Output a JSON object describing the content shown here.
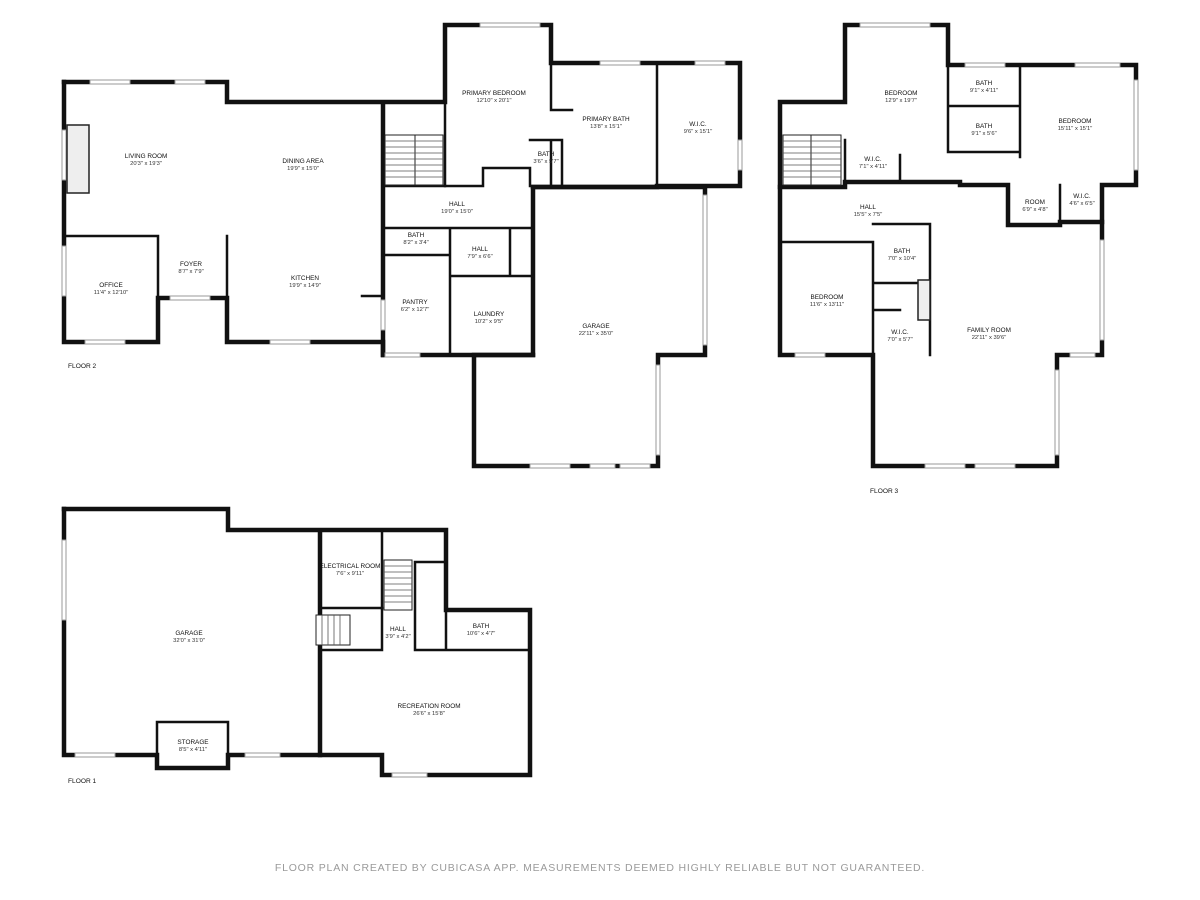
{
  "floors": [
    {
      "key": "floor2",
      "label": "FLOOR 2",
      "rooms": [
        {
          "name": "LIVING ROOM",
          "dim": "20'3\" x 19'3\""
        },
        {
          "name": "DINING AREA",
          "dim": "19'9\" x 15'0\""
        },
        {
          "name": "PRIMARY BEDROOM",
          "dim": "12'10\" x 20'1\""
        },
        {
          "name": "PRIMARY BATH",
          "dim": "13'8\" x 15'1\""
        },
        {
          "name": "W.I.C.",
          "dim": "9'6\" x 15'1\""
        },
        {
          "name": "BATH",
          "dim": "3'6\" x 5'7\""
        },
        {
          "name": "HALL",
          "dim": "19'0\" x 15'0\""
        },
        {
          "name": "BATH",
          "dim": "8'2\" x 3'4\""
        },
        {
          "name": "HALL",
          "dim": "7'9\" x 6'6\""
        },
        {
          "name": "FOYER",
          "dim": "8'7\" x 7'9\""
        },
        {
          "name": "OFFICE",
          "dim": "11'4\" x 12'10\""
        },
        {
          "name": "KITCHEN",
          "dim": "19'9\" x 14'9\""
        },
        {
          "name": "PANTRY",
          "dim": "6'2\" x 12'7\""
        },
        {
          "name": "LAUNDRY",
          "dim": "10'2\" x 9'5\""
        },
        {
          "name": "GARAGE",
          "dim": "22'11\" x 35'0\""
        }
      ]
    },
    {
      "key": "floor3",
      "label": "FLOOR 3",
      "rooms": [
        {
          "name": "BEDROOM",
          "dim": "12'9\" x 19'7\""
        },
        {
          "name": "BATH",
          "dim": "9'1\" x 4'11\""
        },
        {
          "name": "BATH",
          "dim": "9'1\" x 5'6\""
        },
        {
          "name": "BEDROOM",
          "dim": "15'11\" x 15'1\""
        },
        {
          "name": "W.I.C.",
          "dim": "7'1\" x 4'11\""
        },
        {
          "name": "HALL",
          "dim": "15'5\" x 7'5\""
        },
        {
          "name": "ROOM",
          "dim": "6'9\" x 4'8\""
        },
        {
          "name": "W.I.C.",
          "dim": "4'6\" x 6'5\""
        },
        {
          "name": "BATH",
          "dim": "7'0\" x 10'4\""
        },
        {
          "name": "BEDROOM",
          "dim": "11'6\" x 13'11\""
        },
        {
          "name": "W.I.C.",
          "dim": "7'0\" x 5'7\""
        },
        {
          "name": "FAMILY ROOM",
          "dim": "22'11\" x 39'6\""
        }
      ]
    },
    {
      "key": "floor1",
      "label": "FLOOR 1",
      "rooms": [
        {
          "name": "GARAGE",
          "dim": "32'0\" x 31'0\""
        },
        {
          "name": "ELECTRICAL ROOM",
          "dim": "7'6\" x 9'11\""
        },
        {
          "name": "HALL",
          "dim": "3'9\" x 4'2\""
        },
        {
          "name": "BATH",
          "dim": "10'6\" x 4'7\""
        },
        {
          "name": "RECREATION ROOM",
          "dim": "26'6\" x 15'8\""
        },
        {
          "name": "STORAGE",
          "dim": "8'5\" x 4'11\""
        }
      ]
    }
  ],
  "footer": "FLOOR PLAN CREATED BY CUBICASA APP. MEASUREMENTS DEEMED HIGHLY RELIABLE BUT NOT GUARANTEED."
}
